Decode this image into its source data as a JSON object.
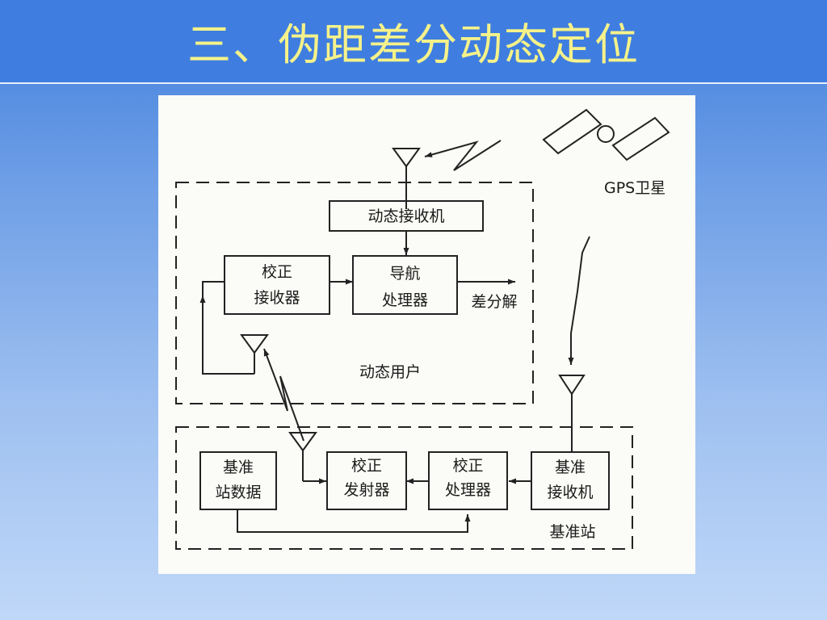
{
  "slide": {
    "title": "三、伪距差分动态定位"
  },
  "diagram": {
    "satellite_label": "GPS卫星",
    "rover": {
      "receiver": "动态接收机",
      "correction_receiver": [
        "校正",
        "接收器"
      ],
      "nav_processor": [
        "导航",
        "处理器"
      ],
      "output": "差分解",
      "group_label": "动态用户"
    },
    "base": {
      "station_data": [
        "基准",
        "站数据"
      ],
      "correction_transmitter": [
        "校正",
        "发射器"
      ],
      "correction_processor": [
        "校正",
        "处理器"
      ],
      "base_receiver": [
        "基准",
        "接收机"
      ],
      "group_label": "基准站"
    }
  }
}
